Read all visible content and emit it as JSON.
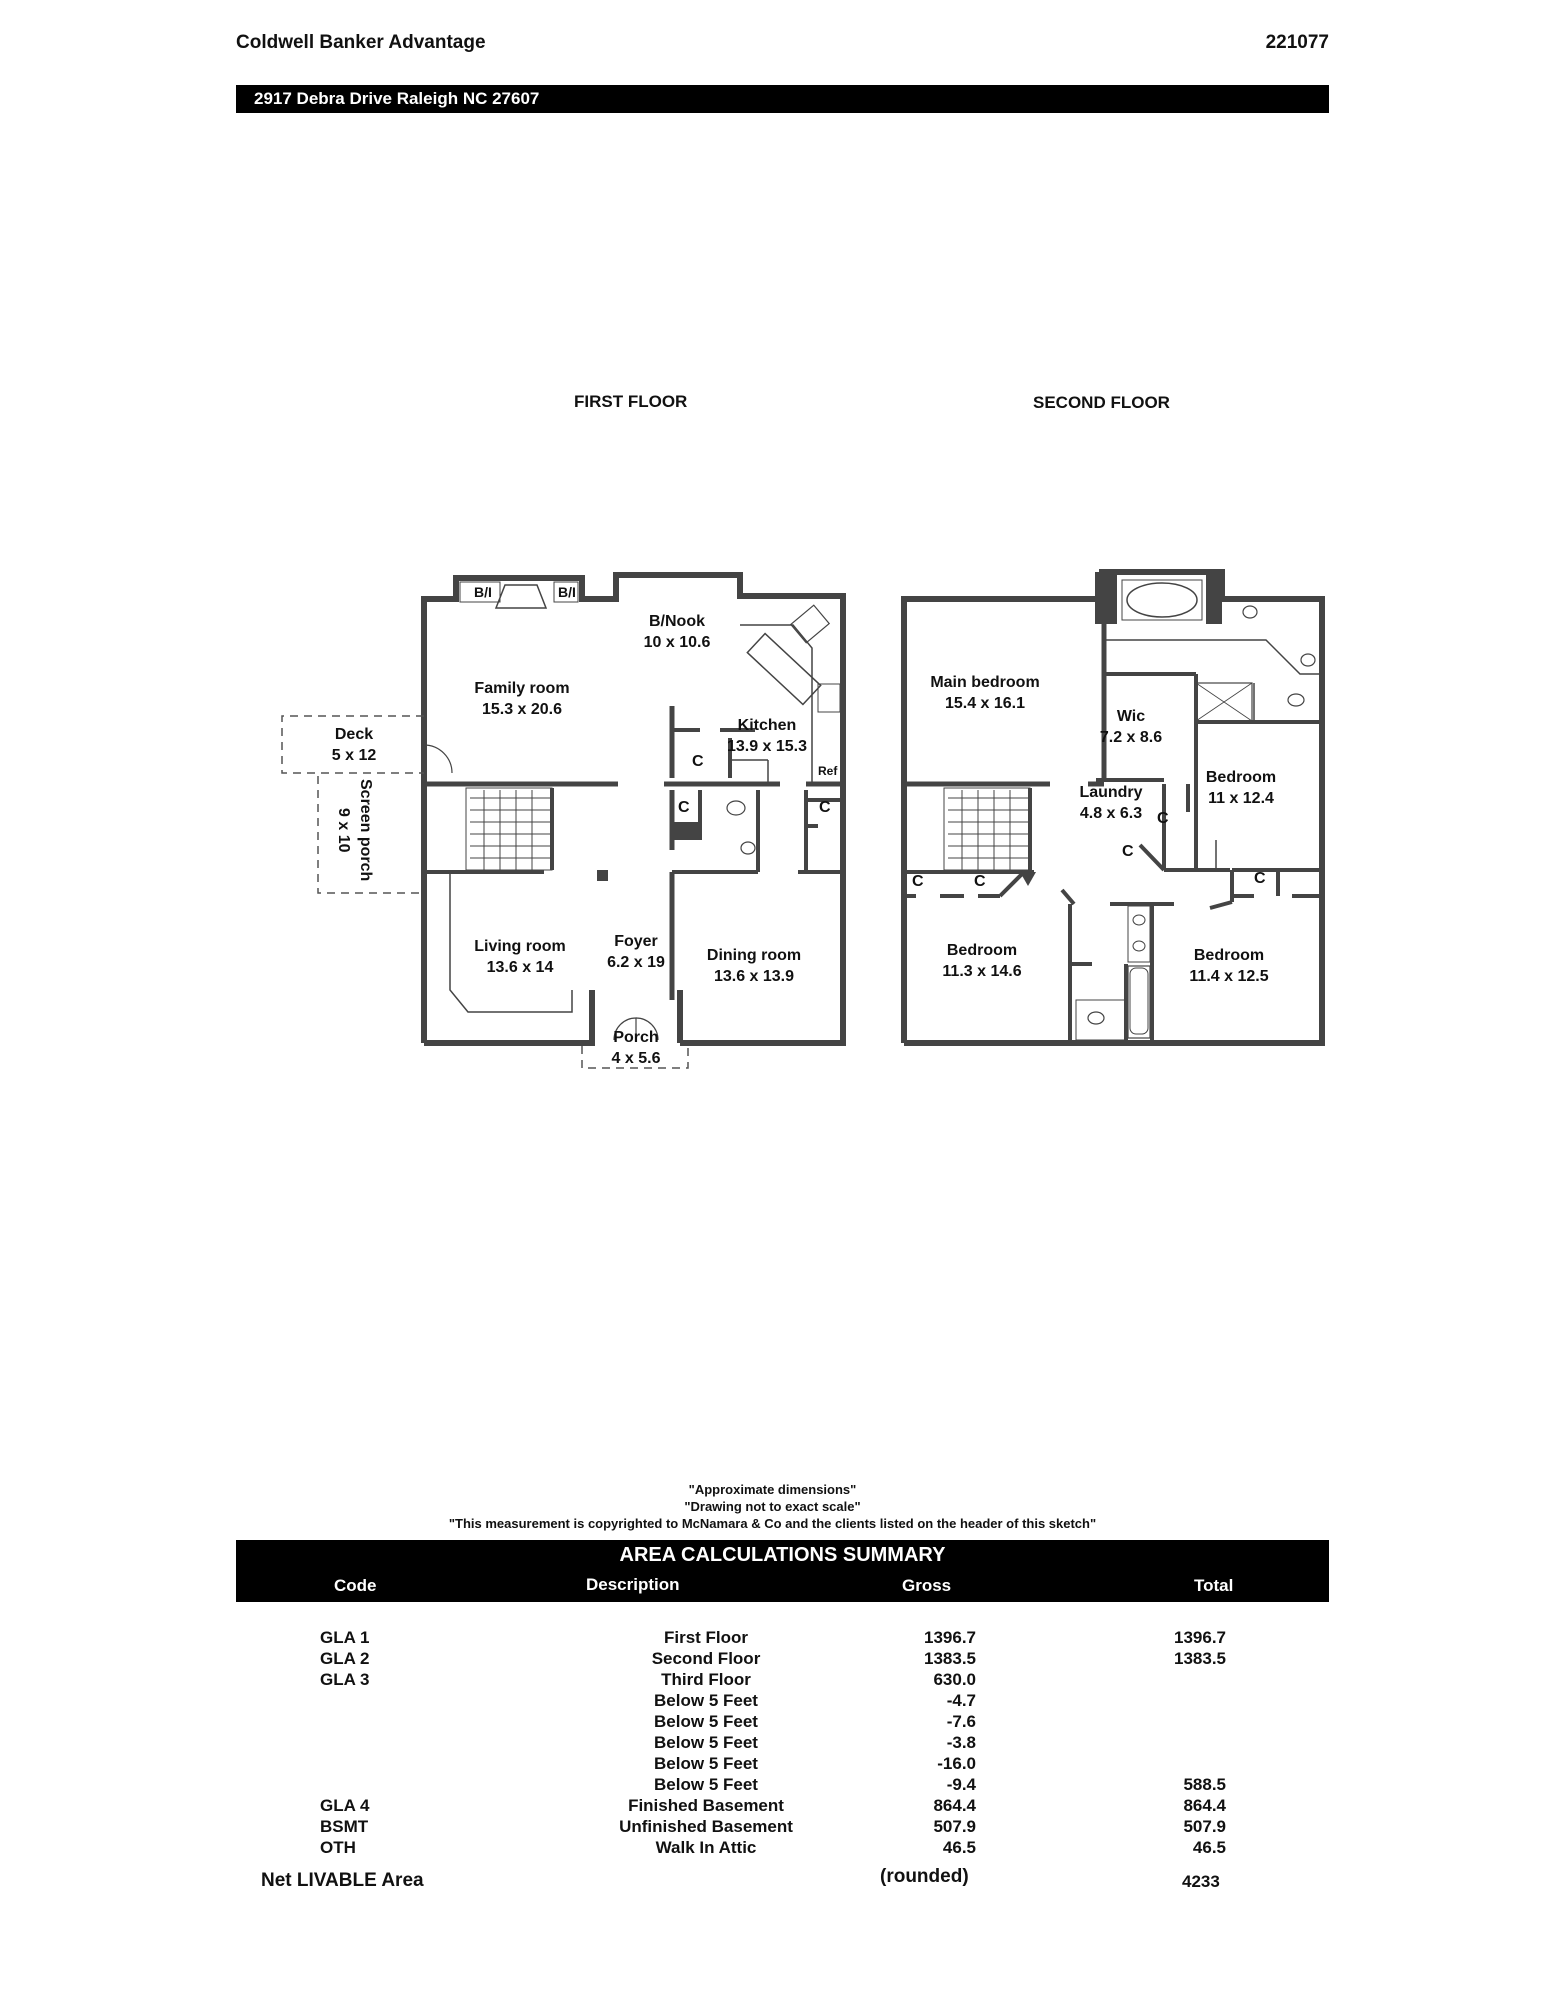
{
  "header": {
    "company": "Coldwell Banker Advantage",
    "doc_id": "221077",
    "address": "2917 Debra Drive Raleigh NC 27607"
  },
  "floors": {
    "first_label": "FIRST FLOOR",
    "second_label": "SECOND FLOOR"
  },
  "first_floor": {
    "bi_left": "B/I",
    "bi_right": "B/I",
    "nook_name": "B/Nook",
    "nook_dim": "10 x 10.6",
    "family_name": "Family room",
    "family_dim": "15.3 x 20.6",
    "kitchen_name": "Kitchen",
    "kitchen_dim": "13.9 x 15.3",
    "ref": "Ref",
    "deck_name": "Deck",
    "deck_dim": "5 x 12",
    "screen_name": "Screen porch",
    "screen_dim": "9 x 10",
    "closet": "C",
    "living_name": "Living room",
    "living_dim": "13.6 x 14",
    "foyer_name": "Foyer",
    "foyer_dim": "6.2 x 19",
    "dining_name": "Dining room",
    "dining_dim": "13.6 x 13.9",
    "porch_name": "Porch",
    "porch_dim": "4 x 5.6"
  },
  "second_floor": {
    "main_name": "Main bedroom",
    "main_dim": "15.4 x 16.1",
    "wic_name": "Wic",
    "wic_dim": "7.2 x 8.6",
    "bed1_name": "Bedroom",
    "bed1_dim": "11 x 12.4",
    "laundry_name": "Laundry",
    "laundry_dim": "4.8 x 6.3",
    "closet": "C",
    "bed2_name": "Bedroom",
    "bed2_dim": "11.3 x 14.6",
    "bed3_name": "Bedroom",
    "bed3_dim": "11.4 x 12.5"
  },
  "notes": {
    "line1": "\"Approximate dimensions\"",
    "line2": "\"Drawing not to exact scale\"",
    "line3": "\"This measurement is copyrighted to McNamara & Co and the clients listed on the header of this sketch\""
  },
  "summary": {
    "title": "AREA CALCULATIONS SUMMARY",
    "col_code": "Code",
    "col_desc": "Description",
    "col_gross": "Gross",
    "col_total": "Total",
    "rows": [
      {
        "code": "GLA 1",
        "desc": "First Floor",
        "gross": "1396.7",
        "total": "1396.7"
      },
      {
        "code": "GLA 2",
        "desc": "Second Floor",
        "gross": "1383.5",
        "total": "1383.5"
      },
      {
        "code": "GLA 3",
        "desc": "Third Floor",
        "gross": "630.0",
        "total": ""
      },
      {
        "code": "",
        "desc": "Below 5 Feet",
        "gross": "-4.7",
        "total": ""
      },
      {
        "code": "",
        "desc": "Below 5 Feet",
        "gross": "-7.6",
        "total": ""
      },
      {
        "code": "",
        "desc": "Below 5 Feet",
        "gross": "-3.8",
        "total": ""
      },
      {
        "code": "",
        "desc": "Below 5 Feet",
        "gross": "-16.0",
        "total": ""
      },
      {
        "code": "",
        "desc": "Below 5 Feet",
        "gross": "-9.4",
        "total": "588.5"
      },
      {
        "code": "GLA 4",
        "desc": "Finished Basement",
        "gross": "864.4",
        "total": "864.4"
      },
      {
        "code": "BSMT",
        "desc": "Unfinished Basement",
        "gross": "507.9",
        "total": "507.9"
      },
      {
        "code": "OTH",
        "desc": "Walk In Attic",
        "gross": "46.5",
        "total": "46.5"
      }
    ],
    "net_label": "Net LIVABLE Area",
    "net_note": "(rounded)",
    "net_value": "4233"
  }
}
